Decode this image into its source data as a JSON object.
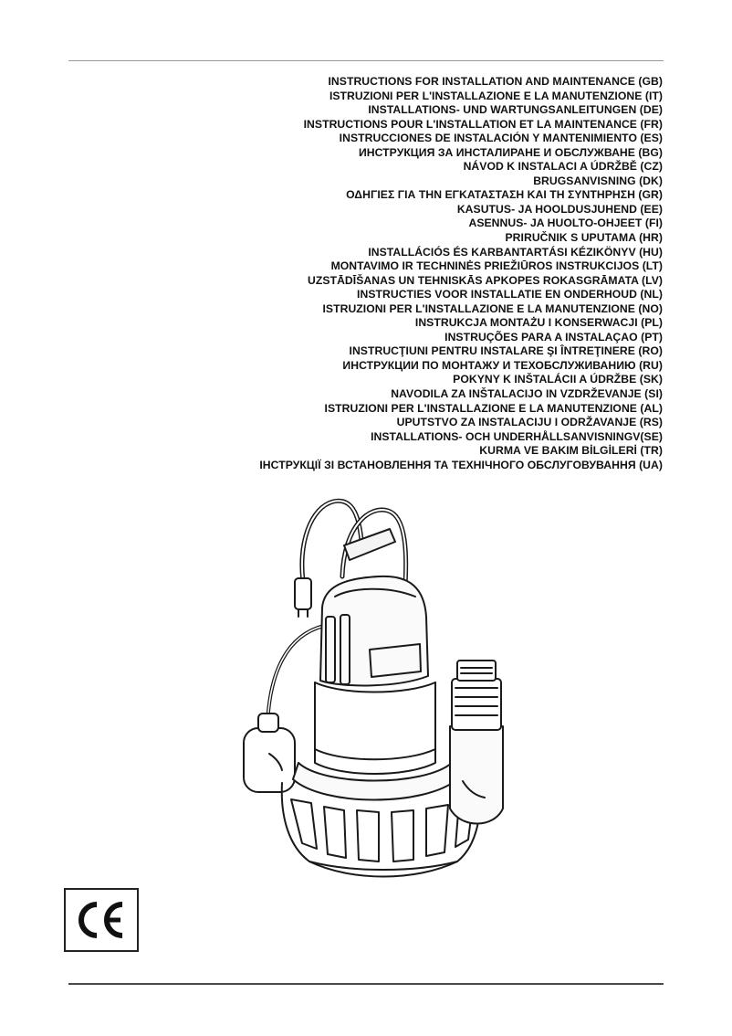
{
  "titles": [
    "INSTRUCTIONS FOR INSTALLATION AND MAINTENANCE (GB)",
    "ISTRUZIONI PER L'INSTALLAZIONE E LA MANUTENZIONE (IT)",
    "INSTALLATIONS- UND WARTUNGSANLEITUNGEN (DE)",
    "INSTRUCTIONS POUR L'INSTALLATION ET LA MAINTENANCE (FR)",
    "INSTRUCCIONES DE INSTALACIÓN Y MANTENIMIENTO (ES)",
    "ИНСТРУКЦИЯ ЗА ИНСТАЛИРАНЕ И ОБСЛУЖВАНЕ (BG)",
    "NÁVOD K INSTALACI A ÚDRŽBĚ (CZ)",
    "BRUGSANVISNING (DK)",
    "ΟΔΗΓΙΕΣ ΓΙΑ ΤΗΝ ΕΓΚΑΤΑΣΤΑΣΗ ΚΑΙ ΤΗ ΣΥΝΤΗΡΗΣΗ (GR)",
    "KASUTUS- JA HOOLDUSJUHEND (EE)",
    "ASENNUS- JA HUOLTO-OHJEET (FI)",
    "PRIRUČNIK S UPUTAMA (HR)",
    "INSTALLÁCIÓS ÉS KARBANTARTÁSI KÉZIKÖNYV (HU)",
    "MONTAVIMO IR TECHNINĖS PRIEŽIŪROS INSTRUKCIJOS (LT)",
    "UZSTĀDĪŠANAS UN TEHNISKĀS APKOPES ROKASGRĀMATA (LV)",
    "INSTRUCTIES VOOR INSTALLATIE EN ONDERHOUD (NL)",
    "ISTRUZIONI PER L'INSTALLAZIONE E LA MANUTENZIONE (NO)",
    "INSTRUKCJA MONTAŻU I KONSERWACJI (PL)",
    "INSTRUÇÕES PARA A INSTALAÇAO (PT)",
    "INSTRUCŢIUNI PENTRU INSTALARE ŞI ÎNTREŢINERE (RO)",
    "ИНСТРУКЦИИ ПО МОНТАЖУ И ТЕХОБСЛУЖИВАНИЮ (RU)",
    "POKYNY K INŠTALÁCII A ÚDRŽBE (SK)",
    "NAVODILA ZA INŠTALACIJO IN VZDRŽEVANJE (SI)",
    "ISTRUZIONI PER L'INSTALLAZIONE E LA MANUTENZIONE (AL)",
    "UPUTSTVO ZA INSTALACIJU I ODRŽAVANJE (RS)",
    "INSTALLATIONS- OCH UNDERHÅLLSANVISNINGV(SE)",
    "KURMA VE BAKIM BİLGİLERİ (TR)",
    "ІНСТРУКЦІЇ ЗІ ВСТАНОВЛЕННЯ ТА ТЕХНІЧНОГО ОБСЛУГОВУВАННЯ (UA)"
  ],
  "colors": {
    "text": "#111111",
    "line_art": "#1a1a1a",
    "rule": "#4a4a4a"
  },
  "icons": {
    "pump": "submersible-pump-illustration",
    "mark": "ce-mark"
  }
}
